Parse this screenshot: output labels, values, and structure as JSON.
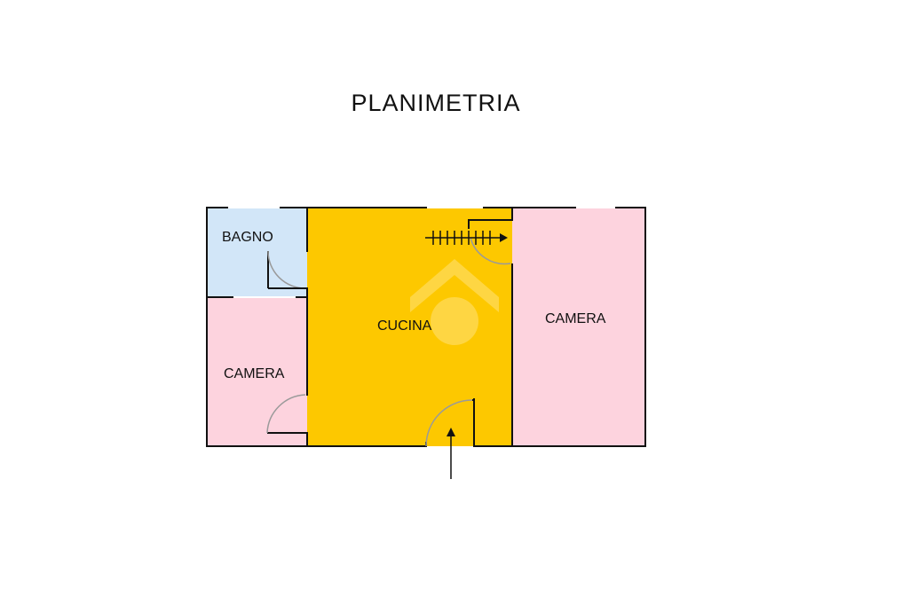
{
  "title": "PLANIMETRIA",
  "rooms": {
    "bathroom": {
      "label": "BAGNO",
      "color": "#d2e6f8"
    },
    "bedroom_small": {
      "label": "CAMERA",
      "color": "#fdd3de"
    },
    "kitchen": {
      "label": "CUCINA",
      "color": "#fdc800"
    },
    "bedroom_large": {
      "label": "CAMERA",
      "color": "#fdd3de"
    }
  },
  "colors": {
    "wall": "#111111",
    "door_arc": "#9a9a9a",
    "watermark": "#ffe27a"
  }
}
